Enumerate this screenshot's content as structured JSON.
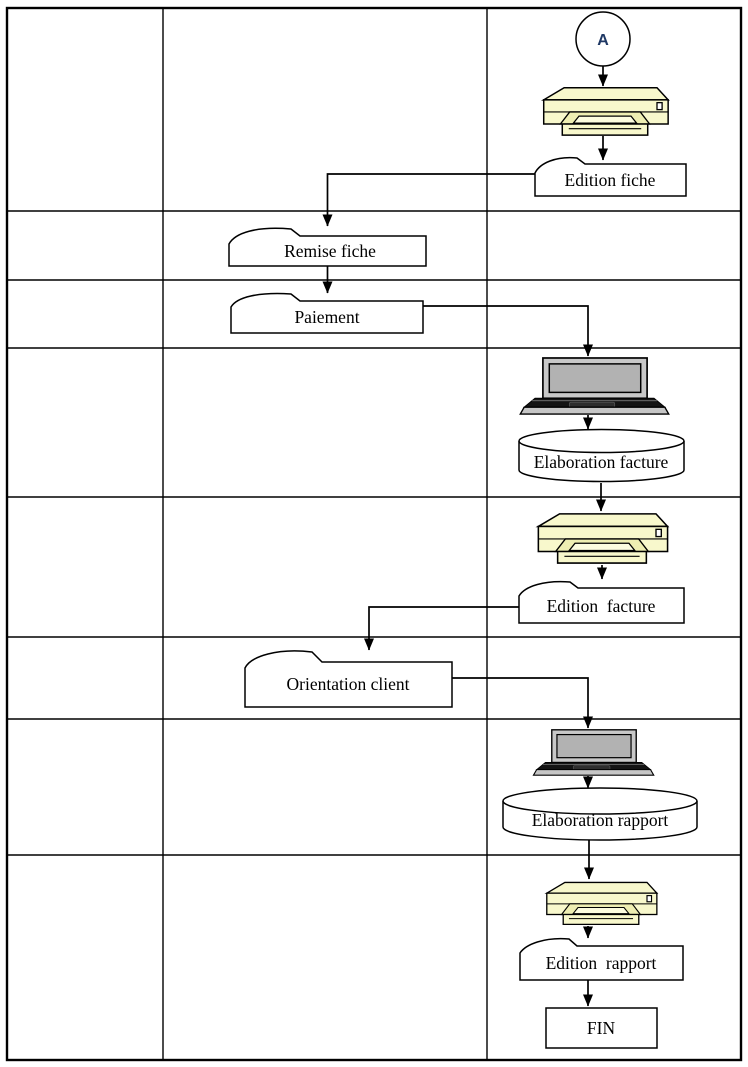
{
  "diagram": {
    "type": "process-flowchart",
    "language": "fr",
    "table": {
      "columns": 3,
      "rows": 8,
      "cells_with_content": "middle and right columns only"
    },
    "colors": {
      "background": "#ffffff",
      "line": "#000000",
      "shape_fill": "#ffffff",
      "printer_fill": "#f8f8cc",
      "printer_shade": "#eeeeb2",
      "printer_paper": "#fcfcdf",
      "laptop_frame": "#c8c8c8",
      "laptop_screen": "#b2b2b2",
      "laptop_keyboard": "#141414",
      "laptop_base": "#c6c6c6",
      "start_letter": "#1f3864"
    },
    "icons": [
      "printer-icon",
      "laptop-icon",
      "database-cylinder-icon",
      "connector-circle"
    ],
    "nodes": {
      "start_connector": {
        "label": "A",
        "type": "circle-connector"
      },
      "edition_fiche": {
        "label": "Edition fiche",
        "type": "document"
      },
      "remise_fiche": {
        "label": "Remise fiche",
        "type": "document"
      },
      "paiement": {
        "label": "Paiement",
        "type": "document"
      },
      "elaboration_facture": {
        "label": "Elaboration facture",
        "type": "cylinder"
      },
      "edition_facture": {
        "label": "Edition  facture",
        "type": "document"
      },
      "orientation_client": {
        "label": "Orientation client",
        "type": "document"
      },
      "elaboration_rapport": {
        "label": "Elaboration rapport",
        "type": "cylinder"
      },
      "edition_rapport": {
        "label": "Edition  rapport",
        "type": "document"
      },
      "fin": {
        "label": "FIN",
        "type": "terminator"
      }
    },
    "edges": [
      {
        "from": "start_connector",
        "to": "printer_1"
      },
      {
        "from": "printer_1",
        "to": "edition_fiche"
      },
      {
        "from": "edition_fiche",
        "to": "remise_fiche"
      },
      {
        "from": "remise_fiche",
        "to": "paiement"
      },
      {
        "from": "paiement",
        "to": "laptop_1"
      },
      {
        "from": "laptop_1",
        "to": "elaboration_facture"
      },
      {
        "from": "elaboration_facture",
        "to": "printer_2"
      },
      {
        "from": "printer_2",
        "to": "edition_facture"
      },
      {
        "from": "edition_facture",
        "to": "orientation_client"
      },
      {
        "from": "orientation_client",
        "to": "laptop_2"
      },
      {
        "from": "laptop_2",
        "to": "elaboration_rapport"
      },
      {
        "from": "elaboration_rapport",
        "to": "printer_3"
      },
      {
        "from": "printer_3",
        "to": "edition_rapport"
      },
      {
        "from": "edition_rapport",
        "to": "fin"
      }
    ]
  }
}
